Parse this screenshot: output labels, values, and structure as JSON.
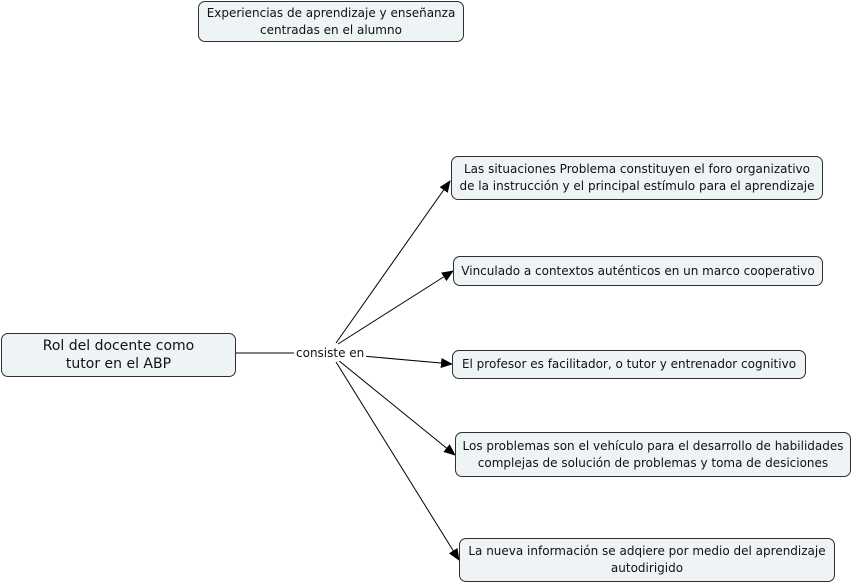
{
  "top_node": "Experiencias de aprendizaje y enseñanza\ncentradas en el alumno",
  "root_node": "Rol del docente como\ntutor en el ABP",
  "link_label": "consiste en",
  "targets": [
    "Las situaciones Problema constituyen el foro organizativo\nde la instrucción y el principal estímulo para el aprendizaje",
    "Vinculado a contextos auténticos en un marco cooperativo",
    "El profesor es facilitador, o tutor y entrenador cognitivo",
    "Los problemas son el vehículo para el desarrollo de habilidades\ncomplejas de solución de problemas y toma de desiciones",
    "La nueva información se adqiere por medio del aprendizaje\nautodirigido"
  ],
  "colors": {
    "node_fill": "#eef3f5",
    "node_border": "#2f2f2f",
    "line": "#000000"
  }
}
